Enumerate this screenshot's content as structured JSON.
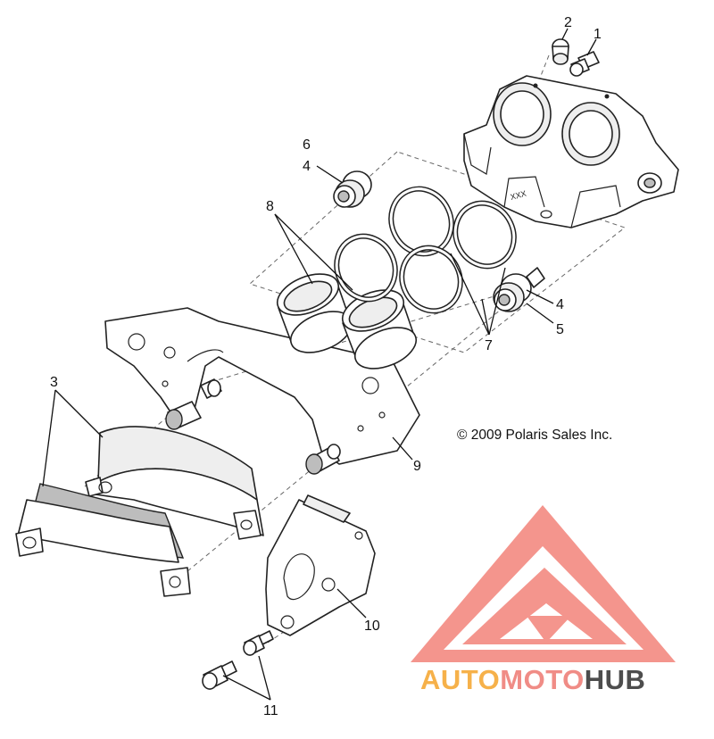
{
  "copyright": "© 2009 Polaris Sales Inc.",
  "caliper_mark": "XXX",
  "callouts": [
    "1",
    "2",
    "3",
    "4",
    "4",
    "5",
    "6",
    "7",
    "8",
    "9",
    "10",
    "11"
  ],
  "watermark": {
    "part1": "AUTO",
    "part2": "MOTO",
    "part3": "HUB",
    "color_auto": "#f6b14a",
    "color_moto": "#f08c86",
    "color_hub": "#4d4d4d",
    "logo_color": "#f4958d"
  }
}
